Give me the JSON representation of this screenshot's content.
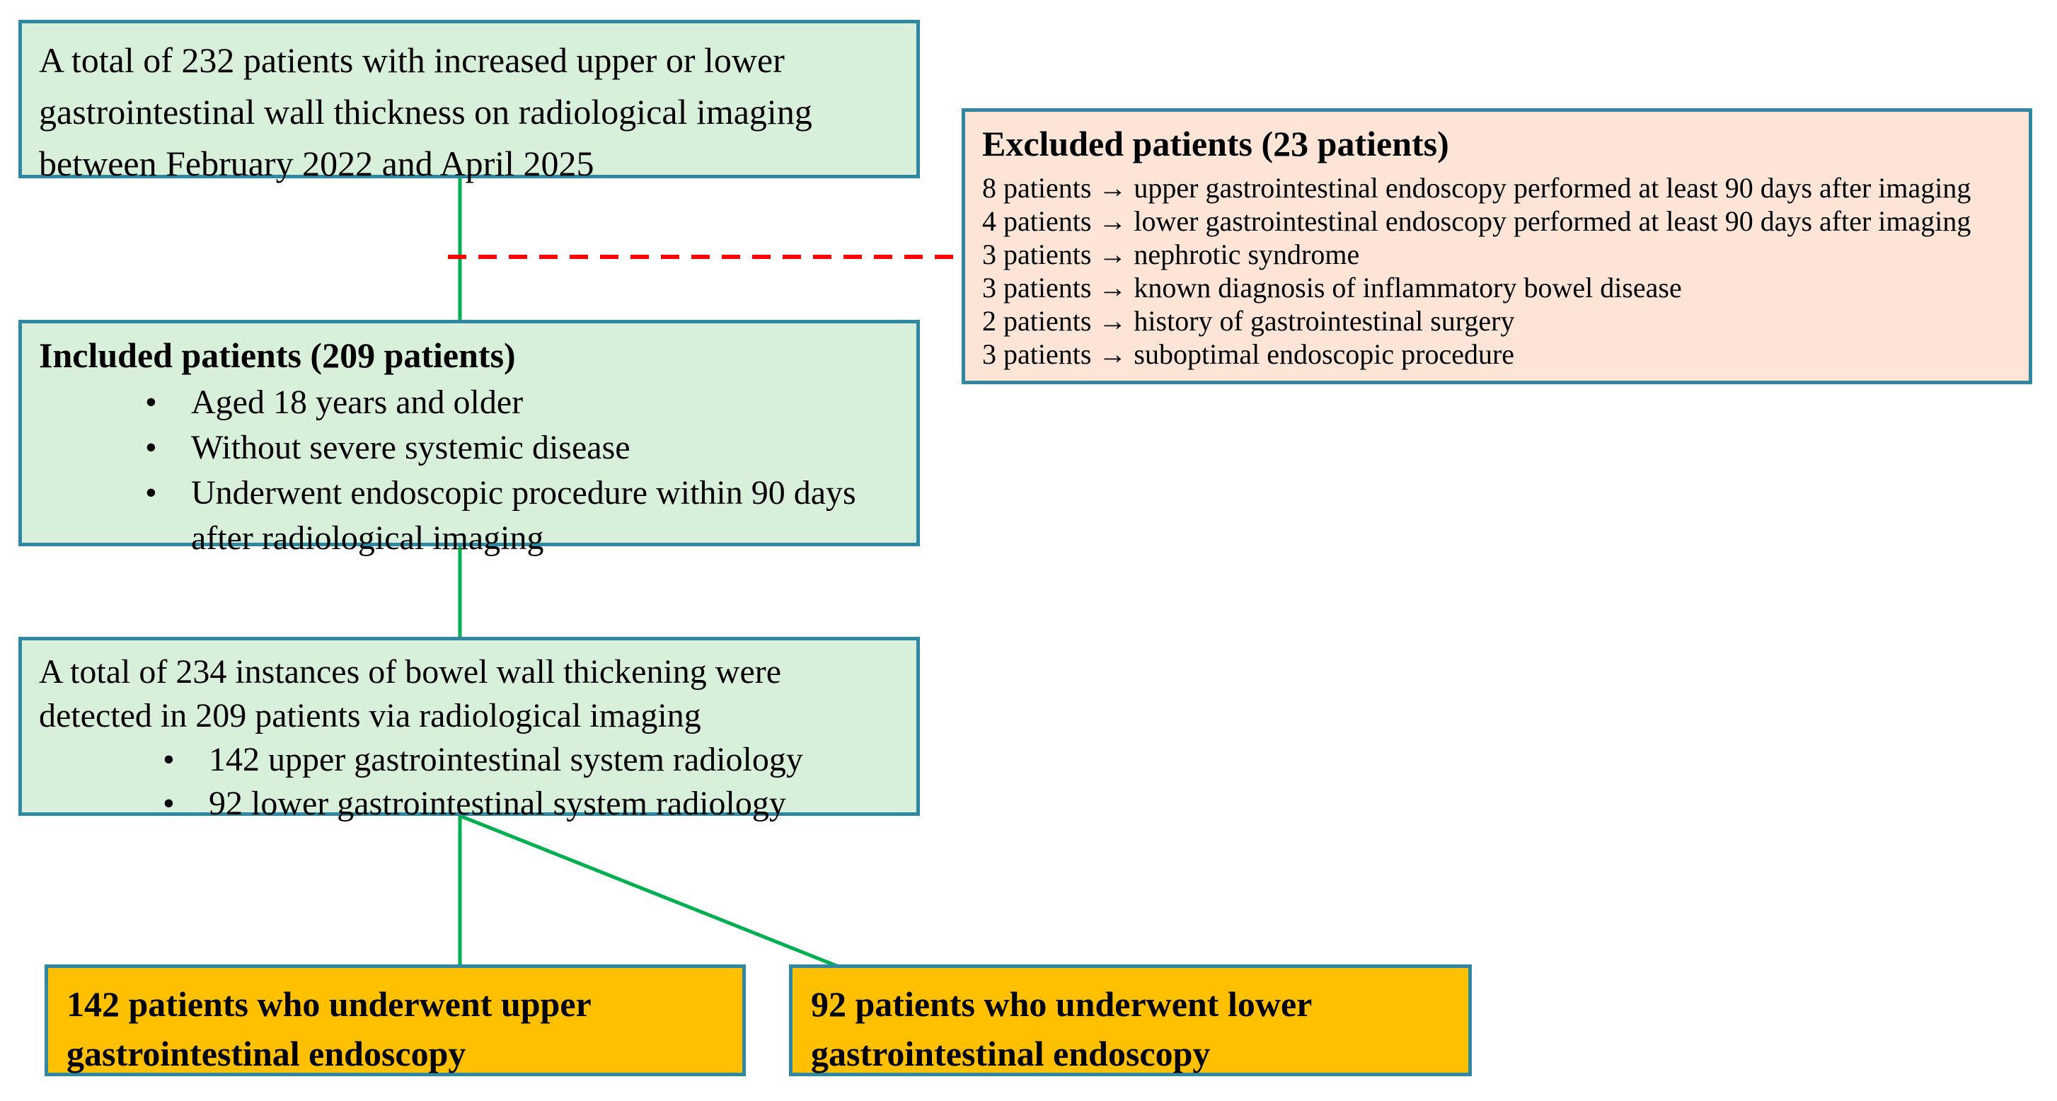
{
  "figure": {
    "boxes": {
      "total": {
        "text": "A total of 232 patients with increased upper or lower\ngastrointestinal wall thickness on radiological imaging\nbetween February 2022 and April 2025"
      },
      "excluded": {
        "title": "Excluded patients (23 patients)",
        "items": [
          "8 patients → upper gastrointestinal endoscopy performed at least 90 days after imaging",
          "4 patients → lower gastrointestinal endoscopy performed at least 90 days after imaging",
          "3 patients → nephrotic syndrome",
          "3 patients → known diagnosis of inflammatory bowel disease",
          "2 patients → history of gastrointestinal surgery",
          "3 patients → suboptimal endoscopic procedure"
        ]
      },
      "included": {
        "title": "Included patients (209 patients)",
        "bullets": [
          "Aged 18 years and older",
          "Without severe systemic disease",
          "Underwent endoscopic procedure within 90 days\nafter radiological imaging"
        ]
      },
      "thickening": {
        "text": "A total of 234 instances of bowel wall thickening were\ndetected in 209 patients via radiological imaging",
        "bullets": [
          "142 upper gastrointestinal system radiology",
          "92 lower gastrointestinal system radiology"
        ]
      },
      "upper": {
        "text": "142 patients who underwent upper\ngastrointestinal endoscopy"
      },
      "lower": {
        "text": "92 patients who underwent lower\ngastrointestinal endoscopy"
      }
    },
    "colors": {
      "box_green": "#d8f0d9",
      "box_pink": "#fce5d7",
      "box_orange": "#ffc000",
      "border_teal": "#2e87a3",
      "line_green": "#00b050",
      "line_red": "#ff0000",
      "text": "#000000"
    }
  }
}
